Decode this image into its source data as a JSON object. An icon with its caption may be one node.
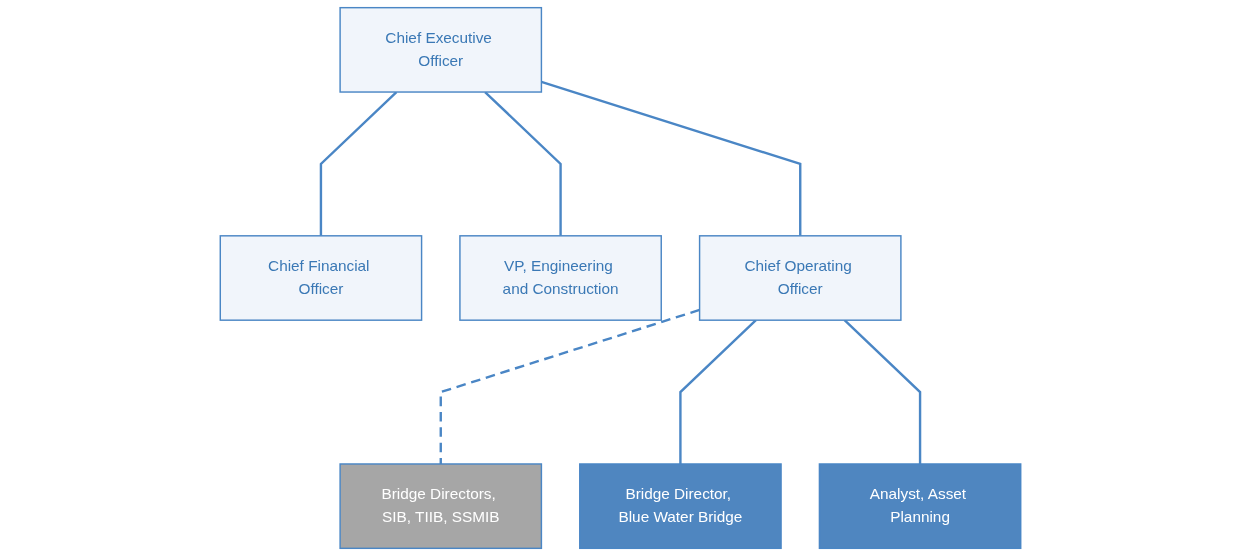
{
  "diagram": {
    "nodes": [
      {
        "text": [
          "Chief Executive Officer"
        ]
      },
      {
        "text": [
          "Chief Financial Officer"
        ]
      },
      {
        "text": [
          "VP, Engineering and Construction"
        ]
      },
      {
        "text": [
          "Chief Operating Officer"
        ]
      },
      {
        "text": [
          "Bridge Directors, SIB, TIIB, SSMIB"
        ]
      },
      {
        "text": [
          "Bridge Director, Blue Water Bridge"
        ]
      },
      {
        "text": [
          "Analyst, Asset Planning"
        ]
      }
    ],
    "edges": [
      {
        "from": 0,
        "to": 1,
        "arrow": "none"
      },
      {
        "from": 0,
        "to": 2,
        "arrow": "none"
      },
      {
        "from": 0,
        "to": 3,
        "arrow": "none"
      },
      {
        "from": 3,
        "to": 4,
        "arrow": "none",
        "style": "dashed"
      },
      {
        "from": 3,
        "to": 5,
        "arrow": "none"
      },
      {
        "from": 3,
        "to": 6,
        "arrow": "none"
      }
    ]
  }
}
